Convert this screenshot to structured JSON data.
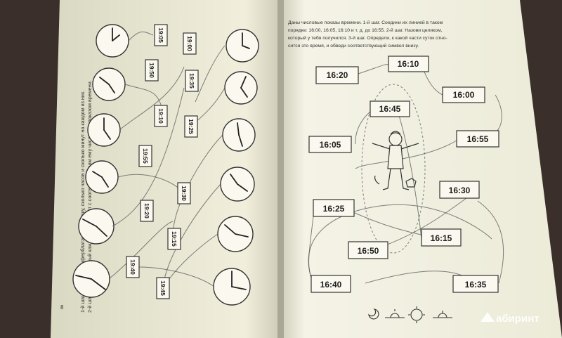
{
  "left_page": {
    "page_number": "8",
    "side_instructions": [
      "1-й шаг. Покажи на циферблатах по порядку, сколько часов и сколько минут на каждом из них.",
      "2-й шаг. Соедини данный каждый циферблат с соответствующим ему числовым показом времени."
    ],
    "time_boxes": [
      "19:05",
      "19:00",
      "19:50",
      "19:35",
      "19:10",
      "19:25",
      "19:55",
      "19:30",
      "19:20",
      "19:15",
      "19:40",
      "19:45"
    ]
  },
  "right_page": {
    "instruction_lines": [
      "Даны числовые показы времени. 1-й шаг. Соедини их линией в таком",
      "порядке: 16:00, 16:05, 16:10 и т. д. до 16:55. 2-й шаг. Назови целиком,",
      "который у тебя получился. 3-й шаг. Определи, к какой части суток отно-",
      "сится это время, и обведи соответствующий символ внизу."
    ],
    "time_boxes": [
      "16:20",
      "16:10",
      "16:00",
      "16:45",
      "16:05",
      "16:55",
      "16:30",
      "16:25",
      "16:15",
      "16:50",
      "16:40",
      "16:35"
    ]
  },
  "watermark": "абиринт"
}
